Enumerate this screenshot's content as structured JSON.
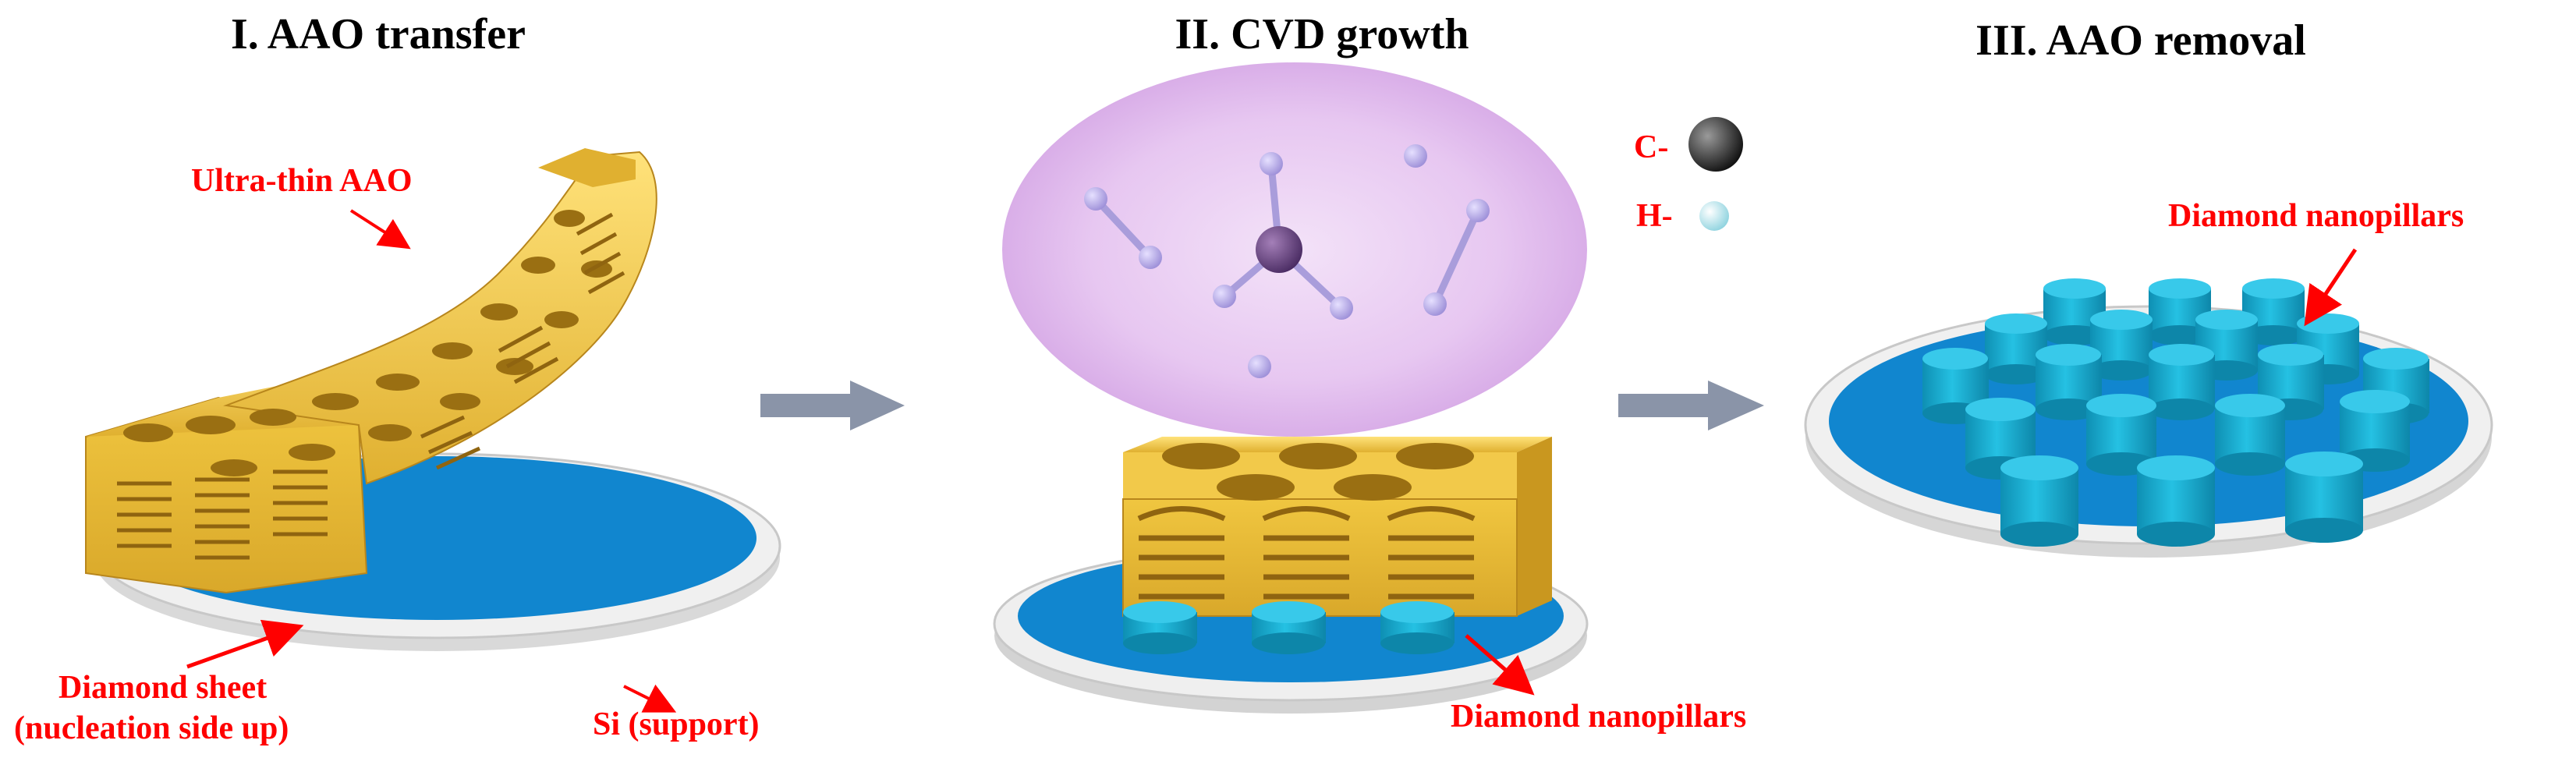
{
  "colors": {
    "aao_gold": "#f2c94a",
    "aao_shadow": "#b98a18",
    "diamond_blue": "#1186cf",
    "nanopillar_cyan": "#1cb4d8",
    "si_gray": "#e6e6e6",
    "label_red": "#ff0000",
    "arrow_gray": "#8a94a8",
    "plasma_purple": "#e7c7f1",
    "carbon_atom": "#222222",
    "hydrogen_atom": "#bfe8ef"
  },
  "panels": [
    {
      "id": "step1",
      "title": "I. AAO transfer"
    },
    {
      "id": "step2",
      "title": "II. CVD growth"
    },
    {
      "id": "step3",
      "title": "III. AAO removal"
    }
  ],
  "labels": {
    "ultra_thin_aao": "Ultra-thin AAO",
    "diamond_sheet_line1": "Diamond sheet",
    "diamond_sheet_line2": "(nucleation side up)",
    "si_support": "Si (support)",
    "diamond_nanopillars_step2": "Diamond nanopillars",
    "diamond_nanopillars_step3": "Diamond nanopillars"
  },
  "legend": {
    "carbon": {
      "label": "C-",
      "icon": "carbon-atom-icon"
    },
    "hydrogen": {
      "label": "H-",
      "icon": "hydrogen-atom-icon"
    }
  }
}
